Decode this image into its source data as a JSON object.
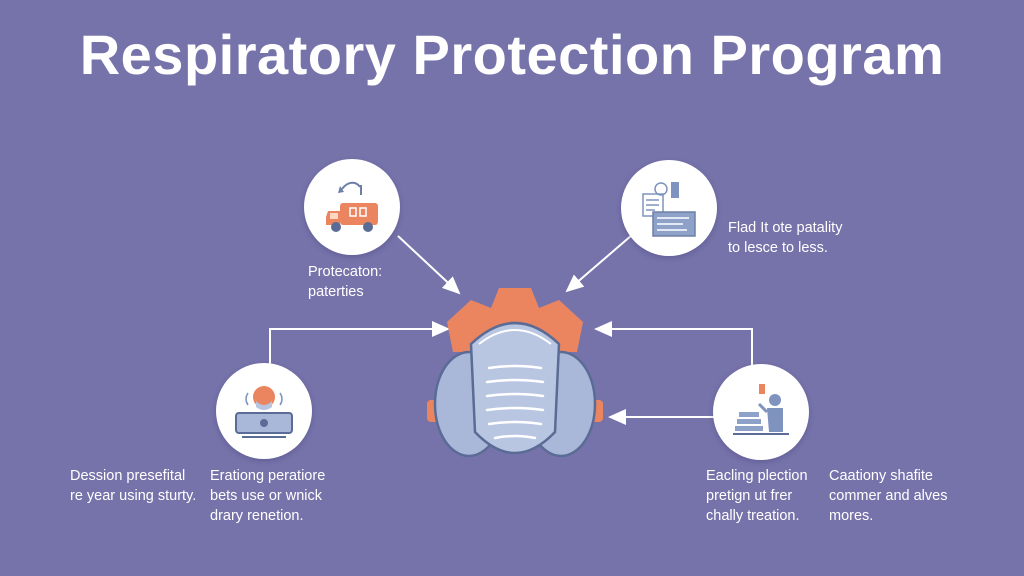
{
  "title": "Respiratory Protection Program",
  "colors": {
    "background": "#7673ab",
    "mask_blue": "#a9b8d8",
    "mask_orange": "#ea8560",
    "icon_blue": "#7e93bd"
  },
  "nodes": {
    "top_left": {
      "icon": "truck-icon",
      "label_lines": [
        "Protecaton:",
        "paterties"
      ]
    },
    "top_right": {
      "icon": "document-icon",
      "label_lines": [
        "Flad It ote patality",
        "to lesce to less."
      ]
    },
    "mid_left": {
      "icon": "person-at-desk-icon",
      "label_a_lines": [
        "Dession presefital",
        "re year using sturty."
      ],
      "label_b_lines": [
        "Erationg peratiore",
        "bets use or wnick",
        "drary renetion."
      ]
    },
    "mid_right": {
      "icon": "worker-stack-icon",
      "label_a_lines": [
        "Eacling plection",
        "pretign ut frer",
        "chally treation."
      ],
      "label_b_lines": [
        "Caationy shafite",
        "commer and alves",
        "mores."
      ]
    }
  },
  "center": {
    "icon": "respirator-mask-icon"
  }
}
